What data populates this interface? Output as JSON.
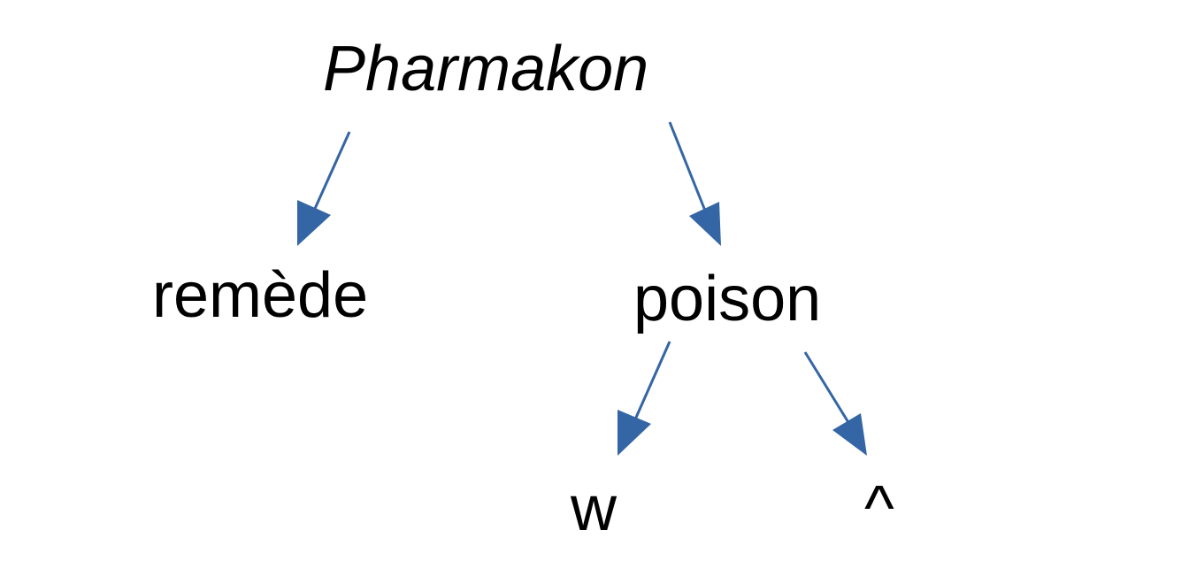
{
  "nodes": {
    "root": "Pharmakon",
    "left": "remède",
    "right": "poison",
    "right_left": "w",
    "right_right": "^"
  },
  "colors": {
    "arrow": "#3465a4",
    "text": "#000000",
    "background": "#ffffff"
  }
}
